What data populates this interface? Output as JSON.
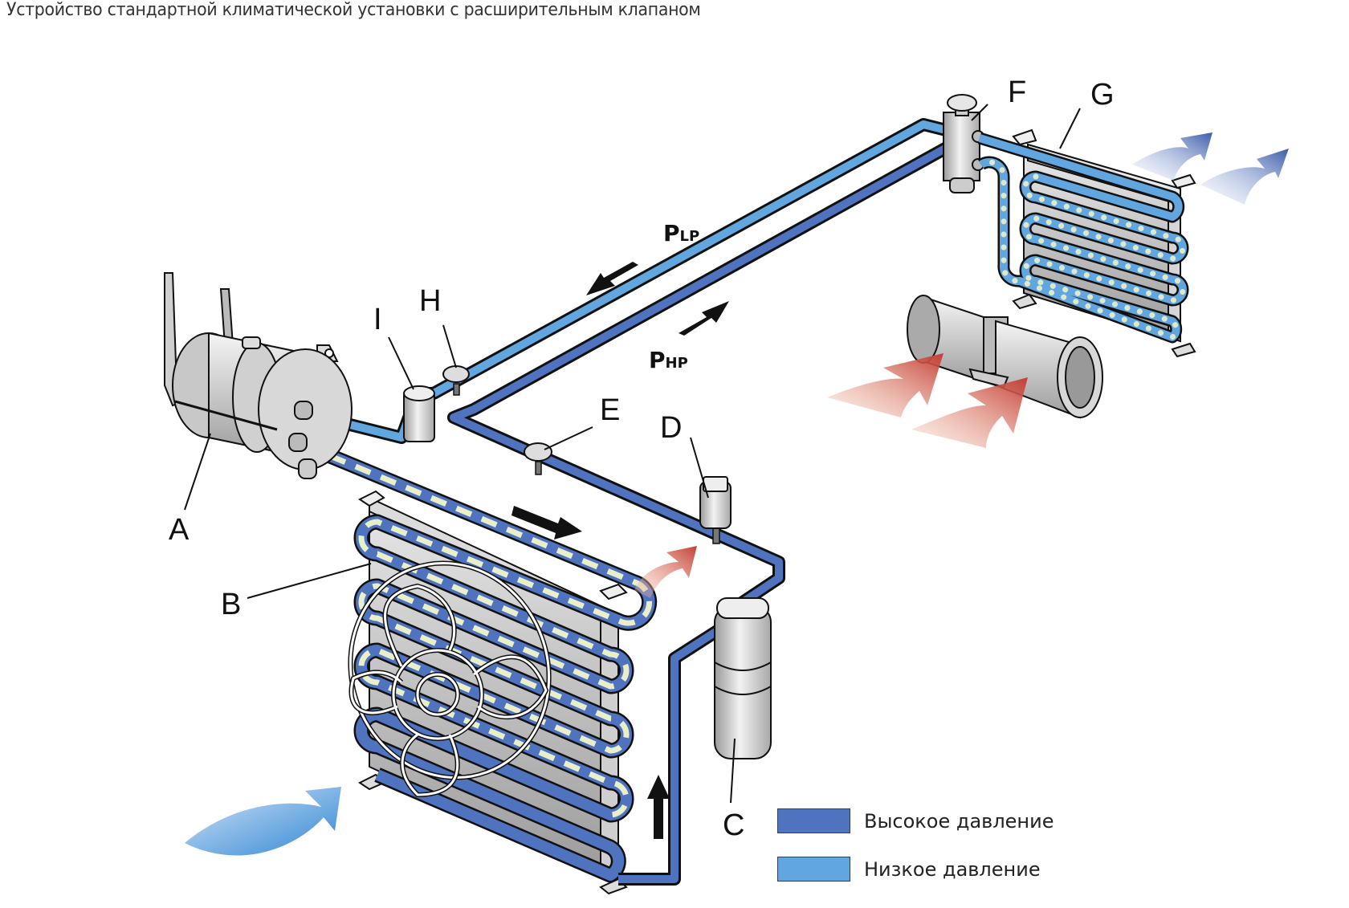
{
  "title": "Устройство стандартной климатической установки с расширительным клапаном",
  "colors": {
    "high_pressure": "#4f73bf",
    "low_pressure": "#62a6e0",
    "outline": "#111111",
    "warm_air": "#c9503e",
    "cold_air": "#3f62b0",
    "ambient_air": "#3a8fd6"
  },
  "components": [
    {
      "id": "A",
      "label": "A",
      "icon": "compressor-icon"
    },
    {
      "id": "B",
      "label": "B",
      "icon": "condenser-icon"
    },
    {
      "id": "C",
      "label": "C",
      "icon": "receiver-drier-icon"
    },
    {
      "id": "D",
      "label": "D",
      "icon": "pressure-switch-icon"
    },
    {
      "id": "E",
      "label": "E",
      "icon": "service-valve-icon"
    },
    {
      "id": "F",
      "label": "F",
      "icon": "expansion-valve-icon"
    },
    {
      "id": "G",
      "label": "G",
      "icon": "evaporator-icon"
    },
    {
      "id": "H",
      "label": "H",
      "icon": "service-valve-icon"
    },
    {
      "id": "I",
      "label": "I",
      "icon": "accumulator-icon"
    }
  ],
  "pressure_labels": {
    "low": {
      "main": "P",
      "sub": "LP"
    },
    "high": {
      "main": "P",
      "sub": "HP"
    }
  },
  "legend": [
    {
      "label": "Высокое давление",
      "color": "#4f73bf"
    },
    {
      "label": "Низкое давление",
      "color": "#62a6e0"
    }
  ]
}
